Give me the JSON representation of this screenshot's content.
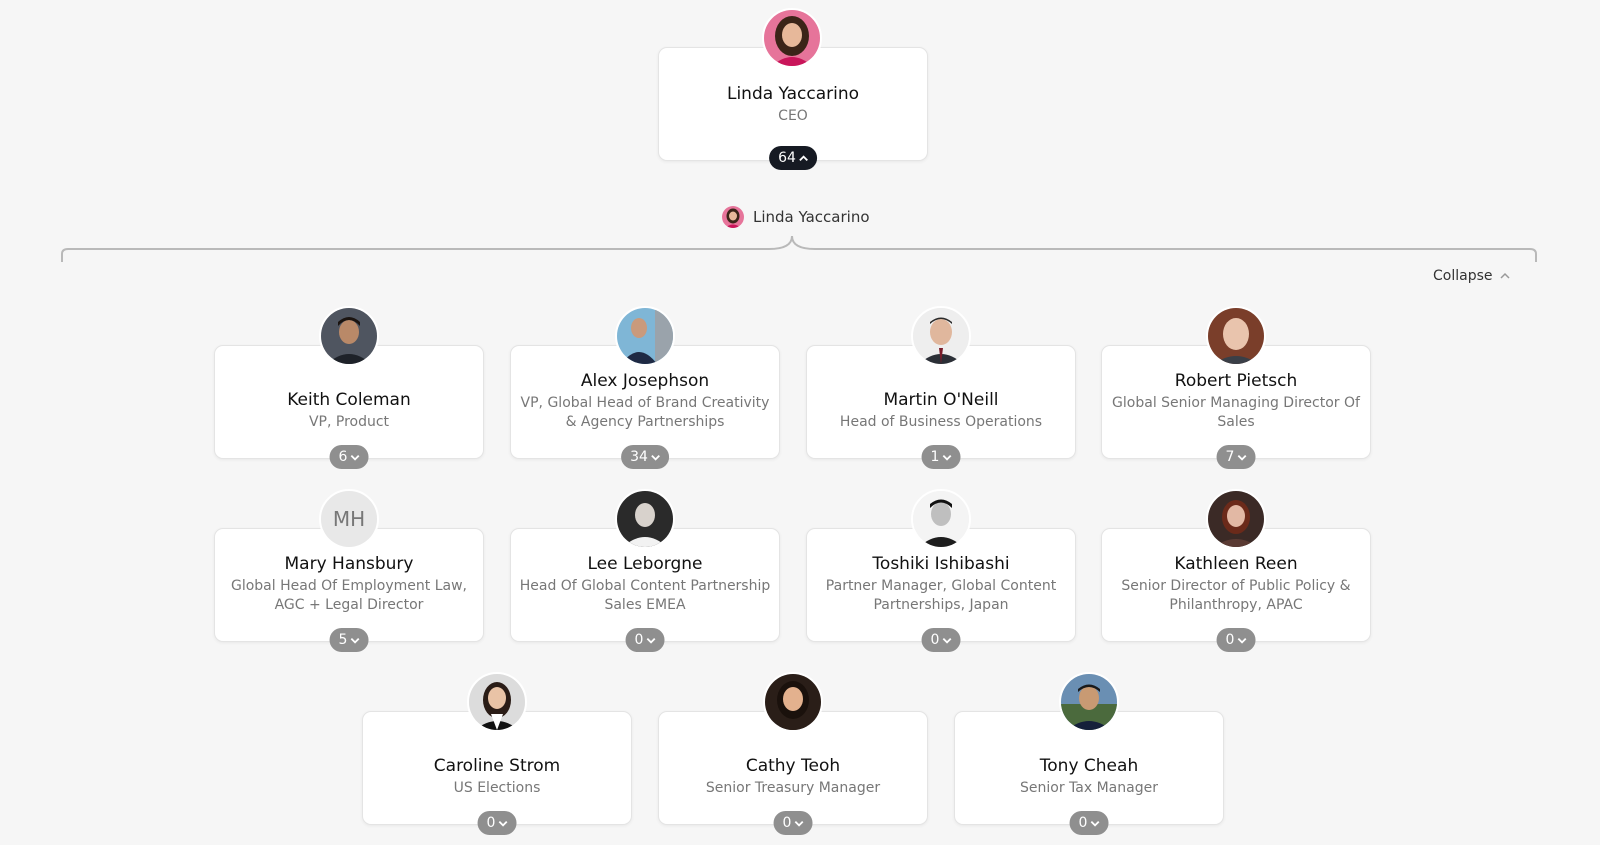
{
  "root": {
    "name": "Linda Yaccarino",
    "title": "CEO",
    "count": "64"
  },
  "manager_label": "Linda Yaccarino",
  "collapse_label": "Collapse",
  "reports": [
    {
      "name": "Keith Coleman",
      "title": "VP, Product",
      "count": "6"
    },
    {
      "name": "Alex Josephson",
      "title": "VP, Global Head of Brand Creativity & Agency Partnerships",
      "count": "34"
    },
    {
      "name": "Martin O'Neill",
      "title": "Head of Business Operations",
      "count": "1"
    },
    {
      "name": "Robert Pietsch",
      "title": "Global Senior Managing Director Of Sales",
      "count": "7"
    },
    {
      "name": "Mary Hansbury",
      "title": "Global Head Of Employment Law, AGC + Legal Director",
      "count": "5",
      "initials": "MH"
    },
    {
      "name": "Lee Leborgne",
      "title": "Head Of Global Content Partnership Sales EMEA",
      "count": "0"
    },
    {
      "name": "Toshiki Ishibashi",
      "title": "Partner Manager, Global Content Partnerships, Japan",
      "count": "0"
    },
    {
      "name": "Kathleen Reen",
      "title": "Senior Director of Public Policy & Philanthropy, APAC",
      "count": "0"
    },
    {
      "name": "Caroline Strom",
      "title": "US Elections",
      "count": "0"
    },
    {
      "name": "Cathy Teoh",
      "title": "Senior Treasury Manager",
      "count": "0"
    },
    {
      "name": "Tony Cheah",
      "title": "Senior Tax Manager",
      "count": "0"
    }
  ],
  "colors": {
    "badge_dark": "#161a23",
    "badge_gray": "#8f8f8f",
    "line": "#b9b9b9"
  }
}
